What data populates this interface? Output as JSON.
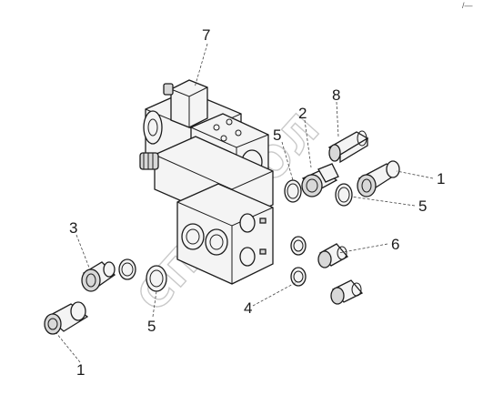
{
  "diagram": {
    "corner_mark": "/—",
    "watermark": "СПЕЦВОЛ",
    "labels": {
      "l7": "7",
      "l8": "8",
      "l2": "2",
      "l5a": "5",
      "l1a": "1",
      "l5b": "5",
      "l3": "3",
      "l6": "6",
      "l4": "4",
      "l5c": "5",
      "l1b": "1"
    }
  }
}
